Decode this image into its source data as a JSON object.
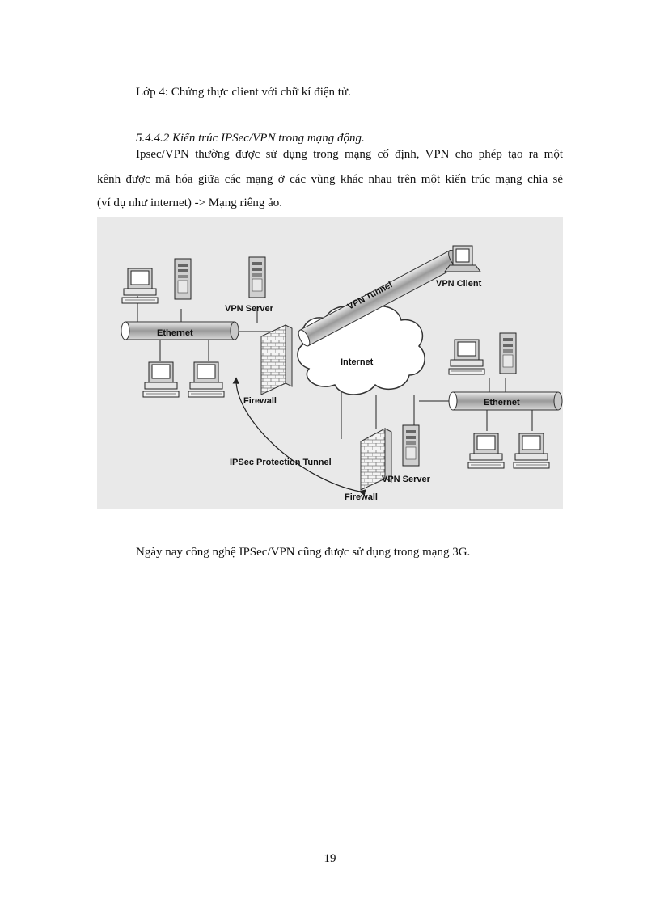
{
  "paragraphs": {
    "layer4": "Lớp 4: Chứng thực client  với chữ kí điện tử.",
    "heading": "5.4.4.2 Kiến trúc IPSec/VPN trong mạng động.",
    "body_line1": "Ipsec/VPN thường  được sử dụng trong mạng  cố định,  VPN cho phép tạo ra một",
    "body_line2": "kênh được mã hóa giữa các mạng ở các vùng khác nhau trên một kiến trúc mạng chia sẻ",
    "body_line3": "(ví dụ như internet)  -> Mạng riêng ảo.",
    "closing": "Ngày nay công nghệ IPSec/VPN cũng được sử dụng trong mạng 3G."
  },
  "diagram": {
    "labels": {
      "vpn_server_left": "VPN Server",
      "ethernet_left": "Ethernet",
      "firewall_left": "Firewall",
      "vpn_tunnel": "VPN Tunnel",
      "vpn_client": "VPN Client",
      "internet": "Internet",
      "ethernet_right": "Ethernet",
      "ipsec_tunnel": "IPSec Protection Tunnel",
      "vpn_server_right": "VPN Server",
      "firewall_right": "Firewall"
    }
  },
  "footer": {
    "page_number": "19"
  }
}
